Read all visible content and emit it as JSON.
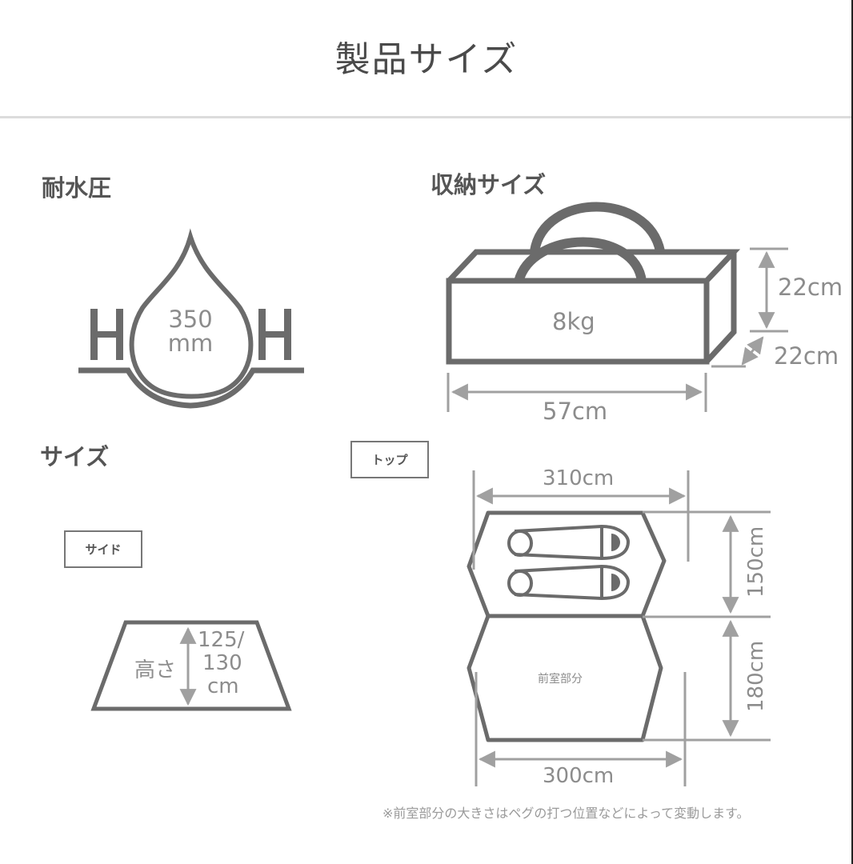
{
  "page": {
    "title": "製品サイズ"
  },
  "water_resistance": {
    "heading": "耐水圧",
    "value": "350",
    "unit": "mm",
    "icon_letters": [
      "H",
      "H"
    ]
  },
  "storage_size": {
    "heading": "収納サイズ",
    "weight": "8kg",
    "width": "57cm",
    "height": "22cm",
    "depth": "22cm"
  },
  "size": {
    "heading": "サイズ",
    "side_view": {
      "label": "サイド",
      "height_label": "高さ",
      "height_value_line1": "125/",
      "height_value_line2": "130",
      "height_unit": "cm"
    },
    "top_view": {
      "label": "トップ",
      "top_width": "310cm",
      "bottom_width": "300cm",
      "inner_depth": "150cm",
      "vestibule_depth": "180cm",
      "vestibule_label": "前室部分"
    }
  },
  "footnote": "※前室部分の大きさはペグの打つ位置などによって変動します。",
  "colors": {
    "stroke_dark": "#6b6b6b",
    "dimension_gray": "#a0a0a0",
    "text_gray": "#8c8c8c"
  }
}
